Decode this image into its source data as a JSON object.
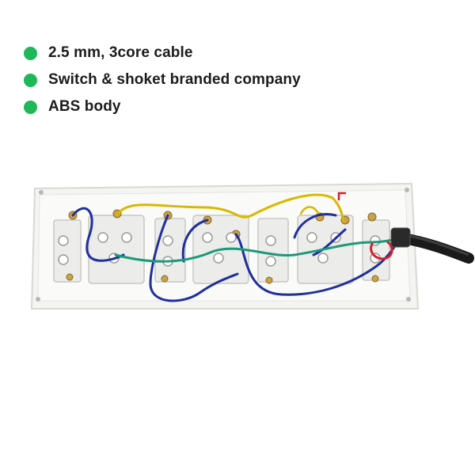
{
  "features": [
    {
      "label": "2.5 mm, 3core cable"
    },
    {
      "label": "Switch & shoket branded company"
    },
    {
      "label": "ABS body"
    }
  ],
  "colors": {
    "bullet": "#1fb858",
    "board": "#f4f4f2",
    "wire_blue": "#1f2f9e",
    "wire_green": "#1a9a7a",
    "wire_yellow": "#d9b800",
    "wire_red": "#d4202a",
    "cable": "#1a1a1a"
  },
  "icons": {
    "bullet": "green-dot-icon"
  }
}
